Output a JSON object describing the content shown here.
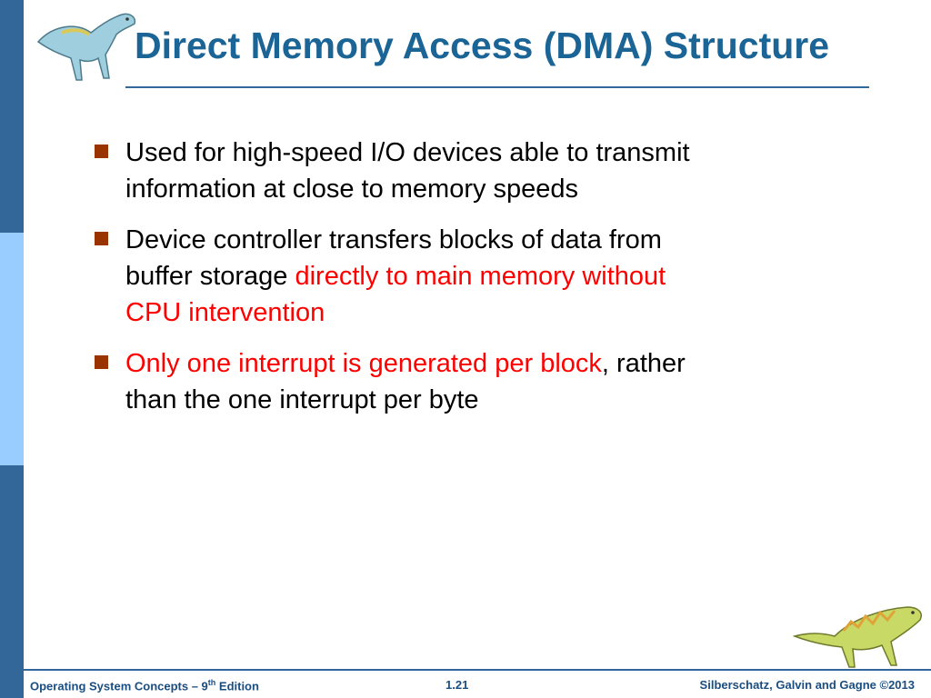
{
  "title": "Direct Memory Access (DMA) Structure",
  "bullets": [
    {
      "parts": [
        {
          "text": "Used for high-speed I/O devices able to transmit information at close to memory speeds",
          "color": "black"
        }
      ]
    },
    {
      "parts": [
        {
          "text": "Device controller transfers blocks of data from buffer storage ",
          "color": "black"
        },
        {
          "text": "directly to main memory without CPU intervention",
          "color": "red"
        }
      ]
    },
    {
      "parts": [
        {
          "text": "Only one interrupt is generated per block",
          "color": "red"
        },
        {
          "text": ", rather than the one interrupt per byte",
          "color": "black"
        }
      ]
    }
  ],
  "footer": {
    "book_prefix": "Operating System Concepts – 9",
    "book_sup": "th",
    "book_suffix": " Edition",
    "page": "1.21",
    "copyright": "Silberschatz, Galvin and Gagne ©2013"
  },
  "colors": {
    "title": "#1a6496",
    "accent_bar": "#336699",
    "accent_light": "#99ccff",
    "bullet_marker": "#993300",
    "highlight_red": "#ff0000"
  },
  "icons": {
    "top_left": "dinosaur-icon",
    "bottom_right": "dinosaur-icon"
  }
}
